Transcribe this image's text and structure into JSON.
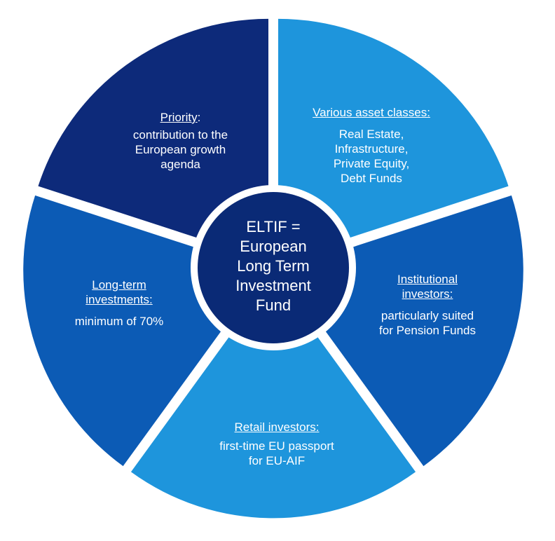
{
  "colors": {
    "dark_navy": "#0d2a7a",
    "mid_blue": "#0c5bb5",
    "light_blue": "#1e95dc",
    "center": "#0a2a76",
    "background": "#ffffff"
  },
  "center": {
    "text": "ELTIF =\nEuropean\nLong Term\nInvestment\nFund"
  },
  "segments": [
    {
      "id": "priority",
      "heading": "Priority",
      "heading_suffix": ":",
      "body": "contribution to the\nEuropean growth\nagenda",
      "color": "#0d2a7a"
    },
    {
      "id": "asset-classes",
      "heading": "Various asset classes:",
      "heading_suffix": "",
      "body": "Real Estate,\nInfrastructure,\nPrivate Equity,\nDebt Funds",
      "color": "#1e95dc"
    },
    {
      "id": "institutional",
      "heading": "Institutional\ninvestors:",
      "heading_suffix": "",
      "body": "particularly suited\nfor Pension Funds",
      "color": "#0c5bb5"
    },
    {
      "id": "retail",
      "heading": "Retail investors:",
      "heading_suffix": "",
      "body": "first-time EU passport\nfor EU-AIF",
      "color": "#1e95dc"
    },
    {
      "id": "long-term",
      "heading": "Long-term\ninvestments:",
      "heading_suffix": "",
      "body": "minimum of 70%",
      "color": "#0c5bb5"
    }
  ]
}
